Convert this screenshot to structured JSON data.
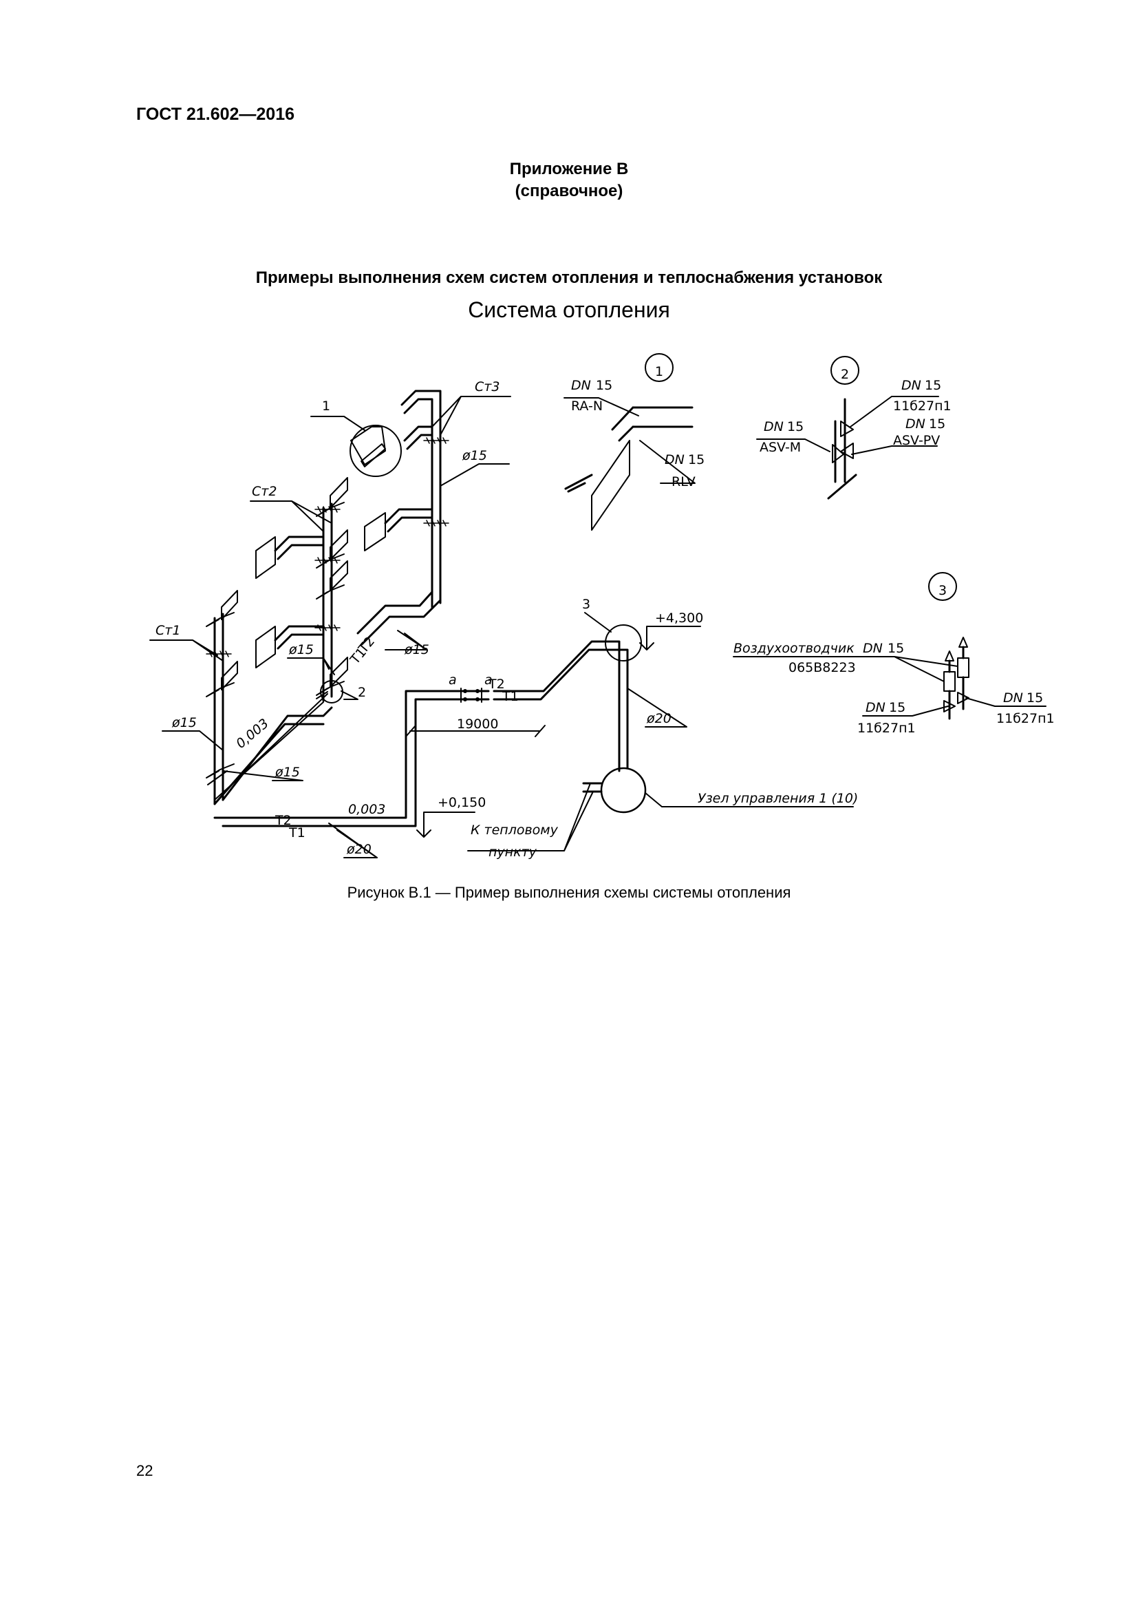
{
  "header": {
    "doc_code": "ГОСТ 21.602—2016"
  },
  "appendix": {
    "line1": "Приложение В",
    "line2": "(справочное)"
  },
  "section_title": "Примеры выполнения схем систем отопления и теплоснабжения установок",
  "figure_heading": "Система отопления",
  "scheme": {
    "callouts": {
      "c1": "1",
      "c2": "2",
      "c3": "3"
    },
    "risers": {
      "st1": "Ст1",
      "st2": "Ст2",
      "st3": "Ст3"
    },
    "pipes": {
      "t1": "Т1",
      "t2": "Т2",
      "a": "а"
    },
    "diameters": {
      "d15": "ø15",
      "d20": "ø20"
    },
    "slope": "0,003",
    "length": "19000",
    "elevations": {
      "top": "+4,300",
      "bottom": "+0,150"
    },
    "to_heat_point": {
      "line1": "К тепловому",
      "line2": "пункту"
    },
    "control_unit": "Узел управления 1 (10)",
    "detail1": {
      "dn": "DN",
      "size": "15",
      "valve_top": "RA-N",
      "valve_bottom": "RLV"
    },
    "detail2": {
      "valve_top": "11б27п1",
      "left": "ASV-M",
      "right": "ASV-PV"
    },
    "detail3": {
      "air_vent": "Воздухоотводчик",
      "air_vent_code": "065B8223",
      "valve": "11б27п1"
    }
  },
  "caption": "Рисунок В.1 — Пример выполнения схемы системы отопления",
  "page_number": "22"
}
